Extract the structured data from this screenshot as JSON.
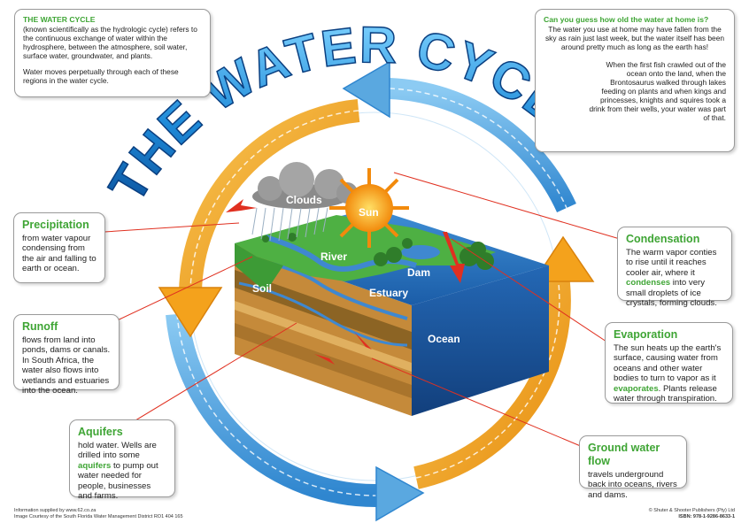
{
  "title": "THE WATER CYCLE",
  "intro": {
    "heading": "THE WATER CYCLE",
    "text1": "(known scientifically as the hydrologic cycle) refers to the continuous exchange of water within the hydrosphere, between the atmosphere, soil water, surface water, groundwater, and plants.",
    "text2": "Water moves perpetually through each of these regions in the water cycle."
  },
  "age": {
    "heading": "Can you guess how old the water at home is?",
    "text1": "The water you use at home may have fallen from the sky as rain just last week, but the water itself has been around pretty much as long as the earth has!",
    "text2": "When the first fish crawled out of the ocean onto the land, when the Brontosaurus walked through lakes feeding on  plants and when kings and princesses, knights and squires took a drink from their wells, your water was part of that."
  },
  "precipitation": {
    "heading": "Precipitation",
    "text": "from water vapour condensing from the air and falling to earth or ocean."
  },
  "runoff": {
    "heading": "Runoff",
    "text": "flows from land into ponds, dams or canals. In South Africa, the water also flows into wetlands and estuaries into the ocean."
  },
  "aquifers": {
    "heading": "Aquifers",
    "text_a": "hold water. Wells are drilled into some ",
    "highlight": "aquifers",
    "text_b": " to pump out water needed for people, businesses and farms."
  },
  "condensation": {
    "heading": "Condensation",
    "text_a": "The warm vapor conties to rise until it reaches cooler air, where it ",
    "highlight": "condenses",
    "text_b": " into very small droplets of ice crystals, forming clouds."
  },
  "evaporation": {
    "heading": "Evaporation",
    "text_a": "The sun heats up the earth's surface, causing water from oceans and other water bodies to turn to vapor as it ",
    "highlight": "evaporates",
    "text_b": ". Plants release water through transpiration."
  },
  "groundwater": {
    "heading": "Ground water flow",
    "text": "travels underground back into oceans, rivers and dams."
  },
  "labels": {
    "clouds": "Clouds",
    "sun": "Sun",
    "river": "River",
    "dam": "Dam",
    "soil": "Soil",
    "estuary": "Estuary",
    "ocean": "Ocean"
  },
  "footer": {
    "left1": "Information supplied by www.62.co.za",
    "left2": "Image Courtesy of the South Florida Water Management District RO1 404 165",
    "right1": "© Shuter & Shooter Publishers (Pty) Ltd",
    "right2": "ISBN: 978-1-9286-8633-1"
  },
  "colors": {
    "title_blue": "#1a6fc2",
    "arrow_orange": "#f4a21c",
    "arrow_blue": "#5aa8e0",
    "heading_green": "#3fa535",
    "pointer_red": "#e03020"
  }
}
